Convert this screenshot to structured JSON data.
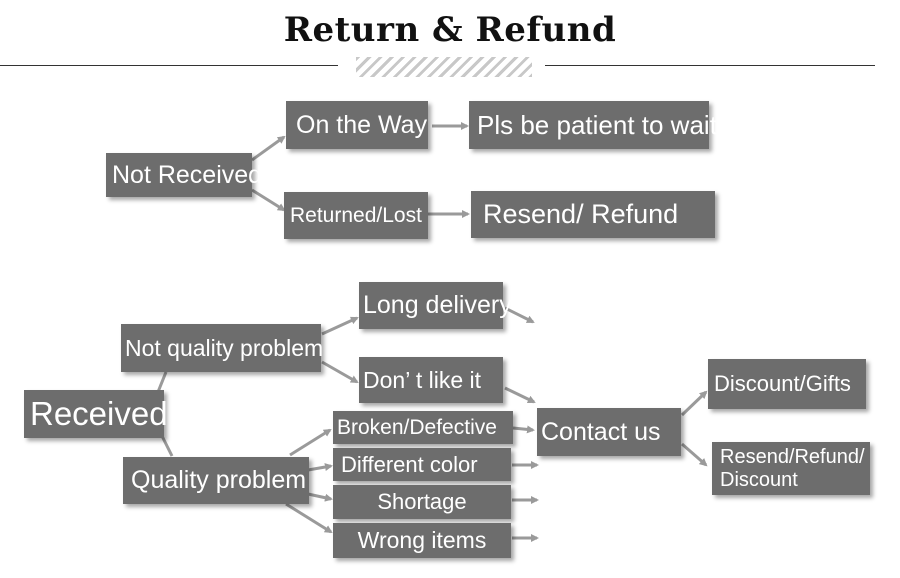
{
  "title": "Return & Refund",
  "colors": {
    "box": "#6d6d6d",
    "text": "#ffffff",
    "arrow": "#9a9a9a"
  },
  "nodes": {
    "not_received": "Not Received",
    "on_the_way": "On the Way",
    "pls_wait": "Pls be patient to wait",
    "returned_lost": "Returned/Lost",
    "resend_refund": "Resend/ Refund",
    "received": "Received",
    "not_quality_problem": "Not quality problem",
    "long_delivery": "Long delivery",
    "dont_like_it": "Don’ t like it",
    "quality_problem": "Quality problem",
    "broken_defective": "Broken/Defective",
    "different_color": "Different color",
    "shortage": "Shortage",
    "wrong_items": "Wrong items",
    "contact_us": "Contact us",
    "discount_gifts": "Discount/Gifts",
    "resend_refund_discount_line1": "Resend/Refund/",
    "resend_refund_discount_line2": "Discount"
  }
}
